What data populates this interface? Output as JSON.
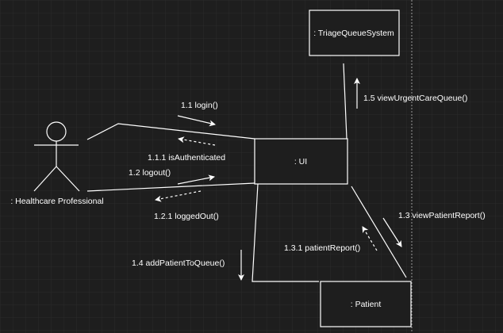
{
  "diagram": {
    "type": "communication diagram",
    "actor": {
      "label": ": Healthcare Professional"
    },
    "objects": {
      "ui": ": UI",
      "triage": ": TriageQueueSystem",
      "patient": ": Patient"
    },
    "messages": {
      "login": "1.1 login()",
      "is_authenticated": "1.1.1 isAuthenticated",
      "logout": "1.2 logout()",
      "logged_out": "1.2.1 loggedOut()",
      "view_urgent": "1.5 viewUrgentCareQueue()",
      "view_report": "1.3 viewPatientReport()",
      "patient_report": "1.3.1 patientReport()",
      "add_patient": "1.4 addPatientToQueue()"
    }
  },
  "colors": {
    "background": "#1e1e1e",
    "grid": "#2b2b2b",
    "stroke": "#ffffff",
    "object_fill": "#1e1e1e"
  }
}
